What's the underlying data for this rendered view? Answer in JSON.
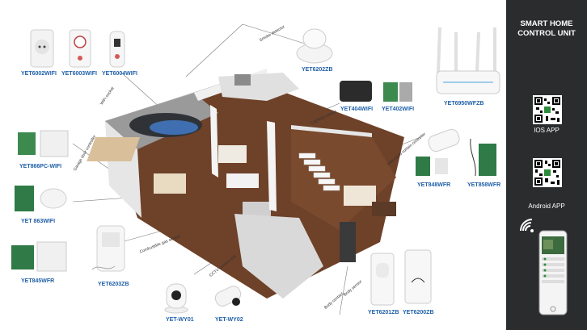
{
  "panel": {
    "title_line1": "SMART HOME",
    "title_line2": "CONTROL UNIT",
    "ios_label": "IOS APP",
    "android_label": "Android APP"
  },
  "devices": {
    "socket1": "YET6002WIFI",
    "socket2": "YET6003WIFI",
    "socket3": "YET6004WIFI",
    "smoke": "YET6202ZB",
    "router": "YET6950WFZB",
    "light1": "YET404WIFI",
    "light2": "YET402WIFI",
    "garage": "YET866PC-WIFI",
    "garage2": "YET 863WIFI",
    "relay": "YET845WFR",
    "gas": "YET6203ZB",
    "camera1": "YET-WY01",
    "camera2": "YET-WY02",
    "curtain1": "YET848WFR",
    "curtain2": "YET858WFR",
    "pir1": "YET6201ZB",
    "pir2": "YET6200ZB"
  },
  "annotations": {
    "smoke": "Smoke detector",
    "wifi_socket": "WiFi socket",
    "lighting": "Lighting control",
    "garage": "Garage door controller",
    "gas": "Combustible gas sensor",
    "cctv": "CCTV camera wifi",
    "curtain": "Motorized curtain controller",
    "body_contact": "Body contact",
    "body_sensor": "Body sensor"
  },
  "colors": {
    "label_blue": "#1f5fa8",
    "panel_bg": "#2a2c2e",
    "floor_wood": "#7a4a2e",
    "wall_white": "#eeeeee"
  }
}
